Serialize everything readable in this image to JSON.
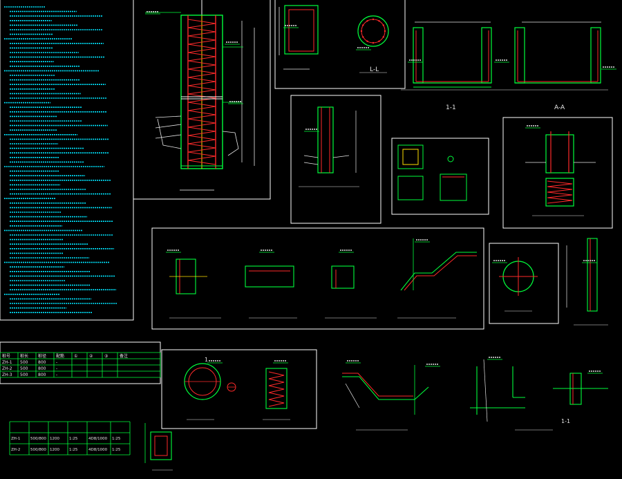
{
  "colors": {
    "background": "#000000",
    "frame": "#ffffff",
    "text_cyan": "#00e5ff",
    "line_green": "#00ff3c",
    "rebar_red": "#ff2a2a",
    "dim_white": "#e8e8e8",
    "yellow": "#ffe100"
  },
  "labels": {
    "section_1_1": "1-1",
    "section_a_a": "A-A",
    "section_l_l": "L-L",
    "detail_mark": "1",
    "table_col_headers": [
      "桩号",
      "桩长",
      "桩径",
      "配筋",
      "①",
      "②",
      "③",
      "备注"
    ],
    "table_rows": [
      [
        "ZH-1",
        "500",
        "800",
        "-",
        "",
        "",
        "",
        ""
      ],
      [
        "ZH-2",
        "500",
        "800",
        "-",
        "",
        "",
        "",
        ""
      ],
      [
        "ZH-3",
        "500",
        "800",
        "-",
        "",
        "",
        "",
        ""
      ]
    ],
    "table2_rows": [
      [
        "ZH-1",
        "500/800",
        "1200",
        "1:25",
        "4D8/1000",
        "1:25"
      ],
      [
        "ZH-2",
        "500/800",
        "1200",
        "1:25",
        "4D8/1000",
        "1:25"
      ]
    ]
  }
}
